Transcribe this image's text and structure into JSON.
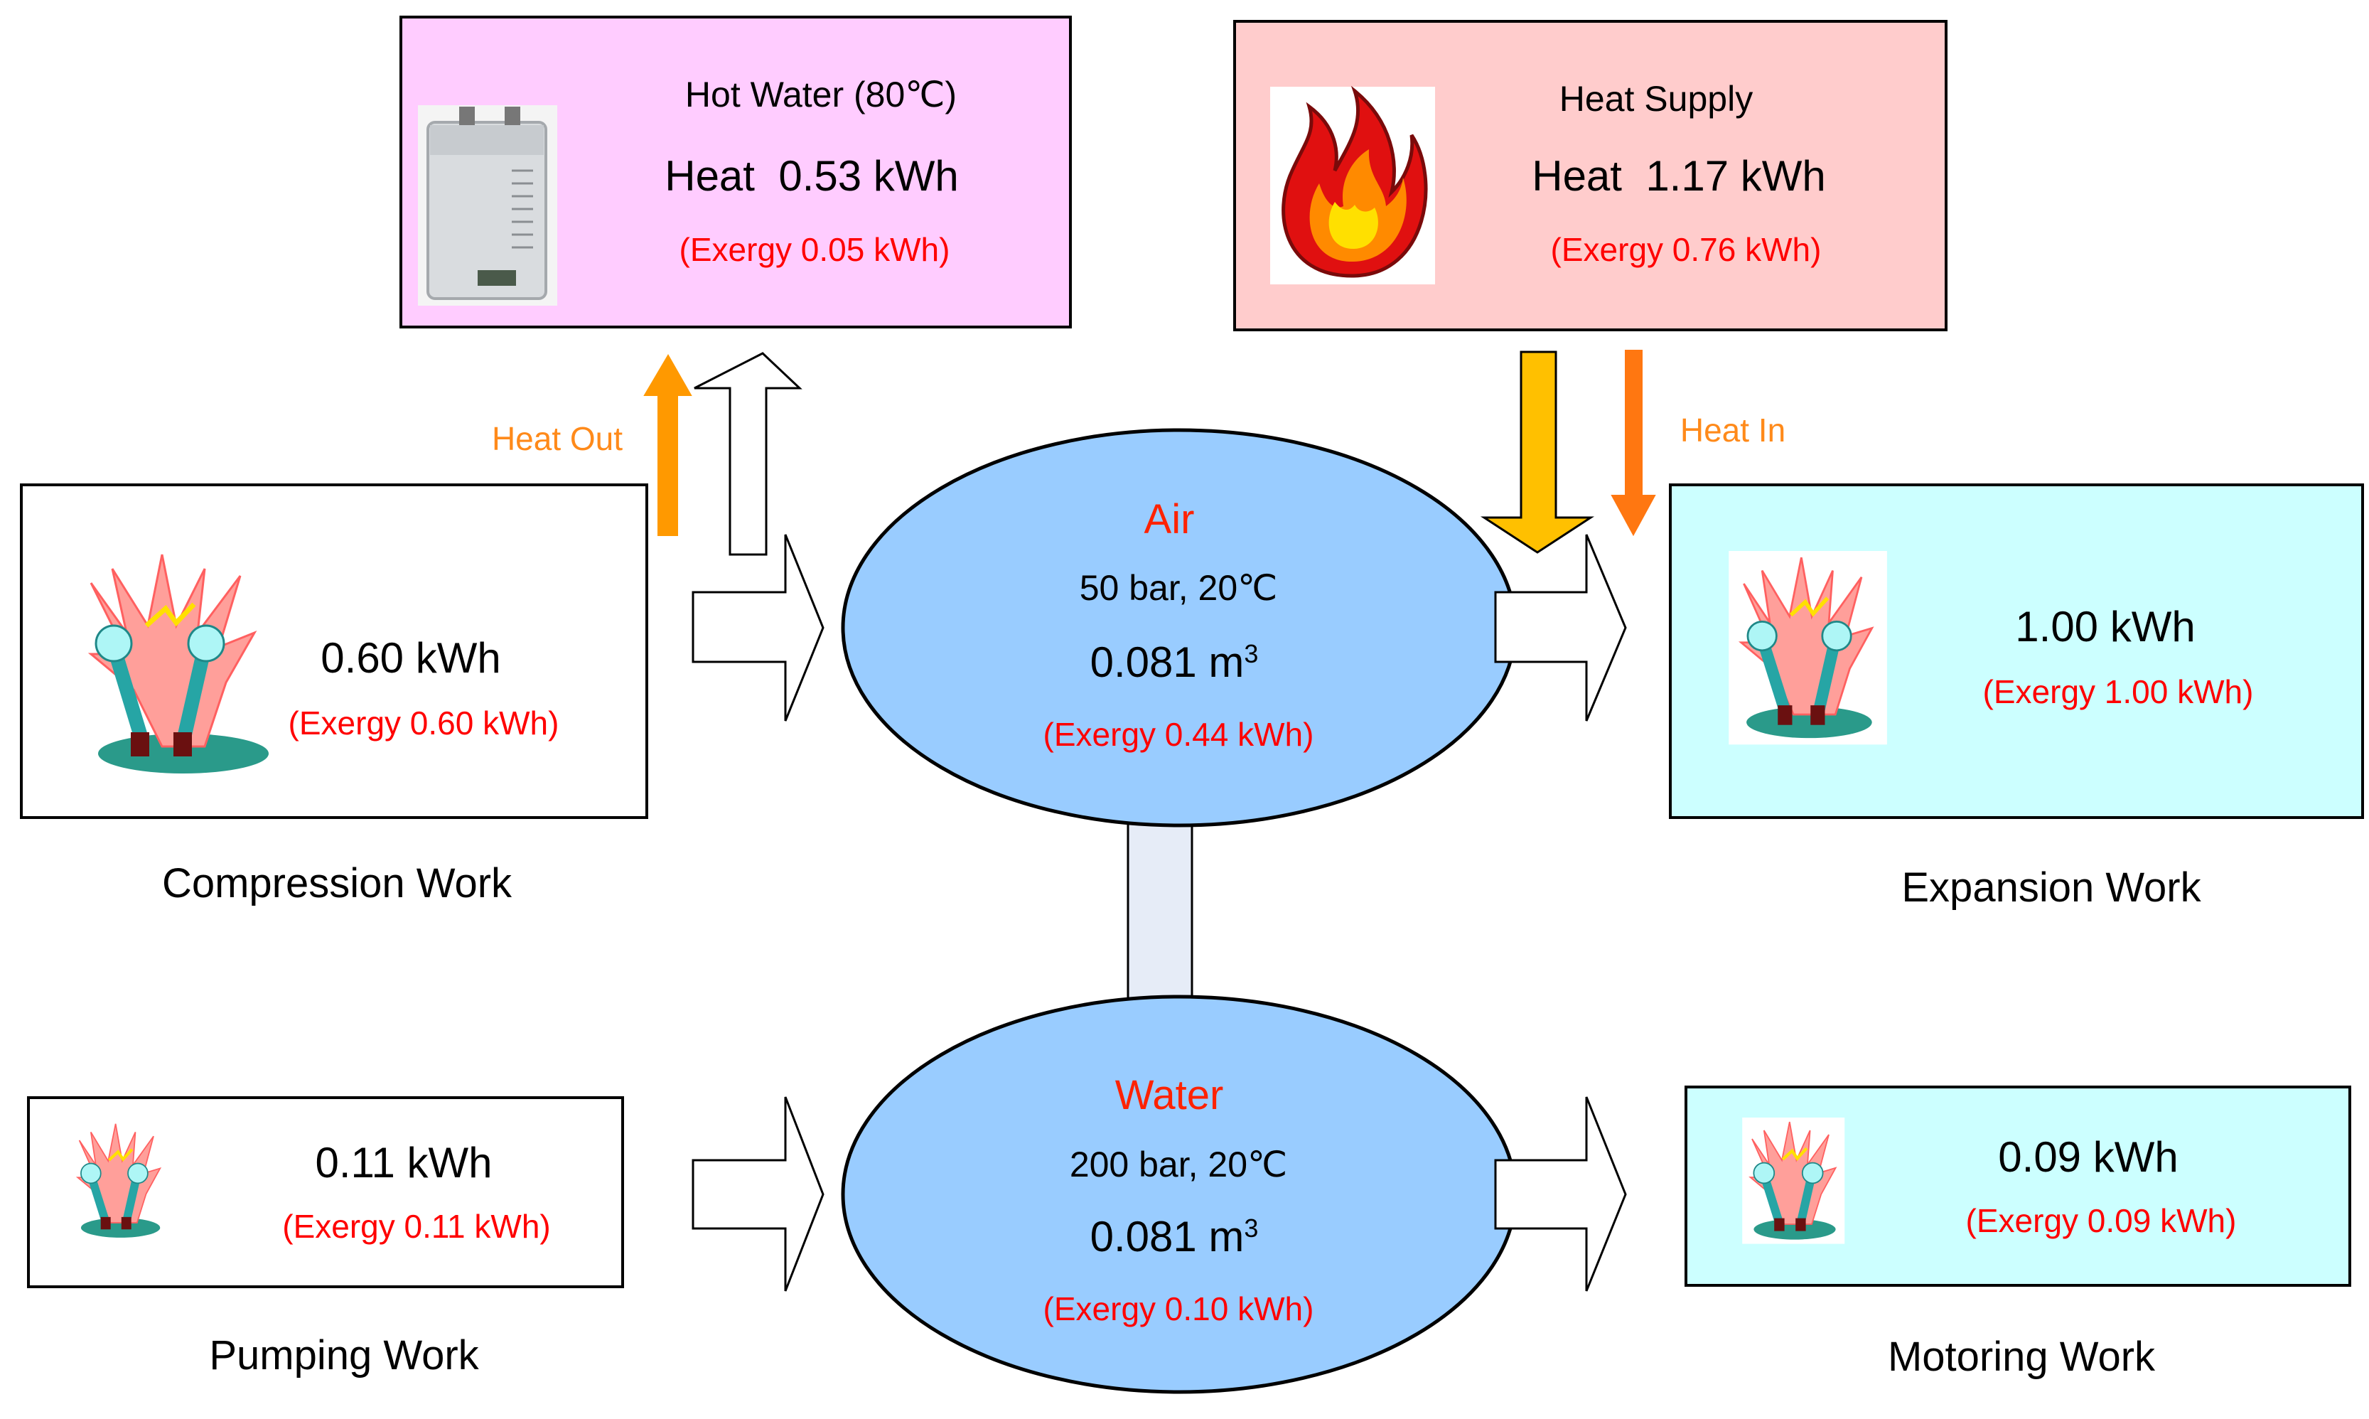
{
  "hot_water": {
    "title": "Hot Water (80℃)",
    "heat": "Heat  0.53 kWh",
    "exergy": "(Exergy 0.05 kWh)",
    "color": "#ffccff"
  },
  "heat_supply": {
    "title": "Heat Supply",
    "heat": "Heat  1.17 kWh",
    "exergy": "(Exergy 0.76 kWh)",
    "color": "#ffcccc"
  },
  "heat_out_label": "Heat Out",
  "heat_in_label": "Heat In",
  "air": {
    "name": "Air",
    "conditions": "50 bar, 20℃",
    "volume": "0.081 m",
    "volume_sup": "3",
    "exergy": "(Exergy 0.44 kWh)"
  },
  "water": {
    "name": "Water",
    "conditions": "200 bar, 20℃",
    "volume": "0.081 m",
    "volume_sup": "3",
    "exergy": "(Exergy 0.10 kWh)"
  },
  "compression": {
    "value": "0.60 kWh",
    "exergy": "(Exergy 0.60 kWh)",
    "caption": "Compression Work"
  },
  "expansion": {
    "value": "1.00 kWh",
    "exergy": "(Exergy 1.00 kWh)",
    "caption": "Expansion Work"
  },
  "pumping": {
    "value": "0.11 kWh",
    "exergy": "(Exergy 0.11 kWh)",
    "caption": "Pumping Work"
  },
  "motoring": {
    "value": "0.09 kWh",
    "exergy": "(Exergy 0.09 kWh)",
    "caption": "Motoring Work"
  },
  "colors": {
    "ellipse": "#99ccff",
    "work_out_box": "#ccffff",
    "arrow_orange": "#ff8a00",
    "arrow_yellow": "#ffc000",
    "connector": "#e6ecf7",
    "exergy_text": "#ff0000"
  }
}
